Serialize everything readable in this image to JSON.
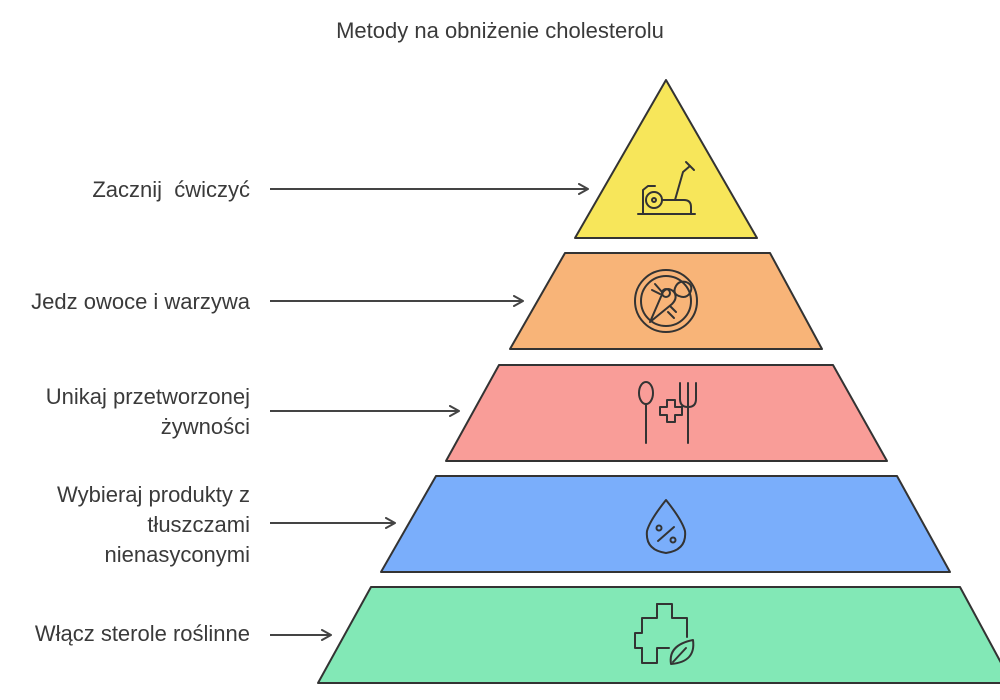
{
  "title": "Metody na obniżenie cholesterolu",
  "levels": [
    {
      "label": "Zacznij  ćwiczyć",
      "color": "#f7e65a",
      "icon": "exercise-bike-icon"
    },
    {
      "label": "Jedz owoce i warzywa",
      "color": "#f8b478",
      "icon": "fruit-vegetable-plate-icon"
    },
    {
      "label": "Unikaj przetworzonej\nżywności",
      "color": "#f99d98",
      "icon": "utensils-cross-icon"
    },
    {
      "label": "Wybieraj produkty z\ntłuszczami\nnienasyconymi",
      "color": "#7aaefb",
      "icon": "drop-percent-icon"
    },
    {
      "label": "Włącz sterole roślinne",
      "color": "#82e8b6",
      "icon": "medical-cross-leaf-icon"
    }
  ]
}
